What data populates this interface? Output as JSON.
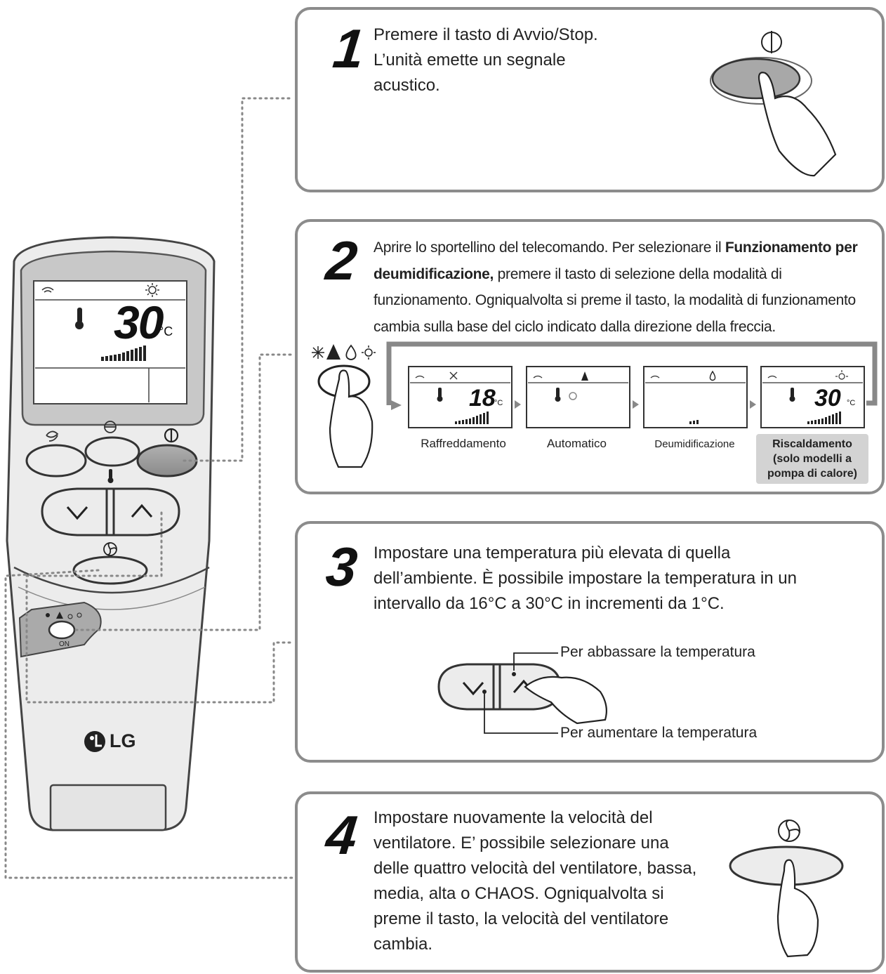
{
  "remote": {
    "brand": "LG",
    "temperature": "30",
    "unit": "°C",
    "switch_label": "ON"
  },
  "steps": [
    {
      "number": "1",
      "lines": [
        "Premere il tasto di Avvio/Stop.",
        "L’unità emette un segnale",
        "acustico."
      ]
    },
    {
      "number": "2",
      "line1": "Aprire lo sportellino del telecomando. Per selezionare il ",
      "line1_bold": "Funzionamento per",
      "line2_bold": "deumidificazione,",
      "line2": " premere il tasto di selezione della modalità di",
      "line3": "funzionamento. Ogniqualvolta si preme il tasto, la modalità di funzionamento",
      "line4": "cambia sulla base del ciclo indicato dalla direzione della freccia.",
      "modes": [
        {
          "label": "Raffreddamento",
          "temp": "18",
          "unit": "°C"
        },
        {
          "label": "Automatico"
        },
        {
          "label": "Deumidificazione"
        },
        {
          "label_lines": [
            "Riscaldamento",
            "(solo modelli a",
            "pompa di calore)"
          ],
          "temp": "30",
          "unit": "°C"
        }
      ]
    },
    {
      "number": "3",
      "lines": [
        "Impostare una temperatura più elevata di quella",
        "dell’ambiente. È possibile impostare la temperatura in un",
        "intervallo da 16°C a 30°C in incrementi da 1°C."
      ],
      "label_down": "Per abbassare la temperatura",
      "label_up": "Per aumentare la temperatura"
    },
    {
      "number": "4",
      "lines": [
        "Impostare nuovamente la velocità del",
        "ventilatore. E’ possibile selezionare una",
        "delle quattro velocità del ventilatore, bassa,",
        "media, alta o CHAOS. Ogniqualvolta si",
        "preme il tasto, la velocità del ventilatore",
        "cambia."
      ]
    }
  ],
  "colors": {
    "box_border": "#8c8c8c",
    "button_dark": "#9a9a9a",
    "lcd_bg": "#ffffff",
    "highlight": "#d3d3d3"
  }
}
